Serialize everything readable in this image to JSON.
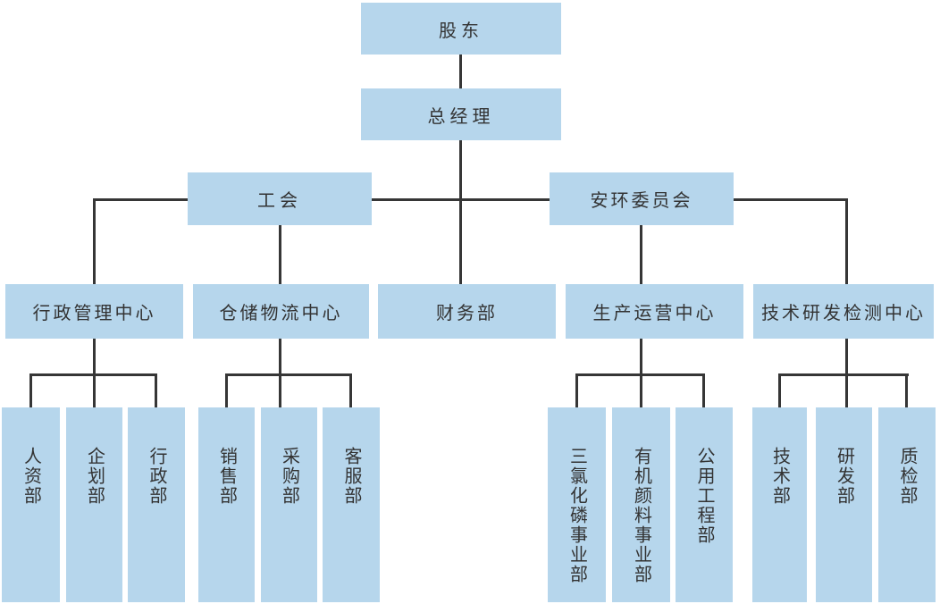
{
  "colors": {
    "node_fill": "#b6d6ec",
    "connector": "#363636",
    "text": "#333333",
    "background": "#ffffff"
  },
  "nodes": {
    "shareholders": {
      "label": "股东"
    },
    "general_manager": {
      "label": "总经理"
    },
    "labor_union": {
      "label": "工会"
    },
    "safety_env_committee": {
      "label": "安环委员会"
    },
    "admin_mgmt_center": {
      "label": "行政管理中心"
    },
    "warehouse_logistics_center": {
      "label": "仓储物流中心"
    },
    "finance_dept": {
      "label": "财务部"
    },
    "production_ops_center": {
      "label": "生产运营中心"
    },
    "tech_rd_testing_center": {
      "label": "技术研发检测中心"
    },
    "hr_dept": {
      "label": "人资部"
    },
    "planning_dept": {
      "label": "企划部"
    },
    "admin_dept": {
      "label": "行政部"
    },
    "sales_dept": {
      "label": "销售部"
    },
    "purchasing_dept": {
      "label": "采购部"
    },
    "customer_service_dept": {
      "label": "客服部"
    },
    "pcl3_division": {
      "label": "三氯化磷事业部"
    },
    "organic_pigment_division": {
      "label": "有机颜料事业部"
    },
    "utility_engineering_dept": {
      "label": "公用工程部"
    },
    "tech_dept": {
      "label": "技术部"
    },
    "rd_dept": {
      "label": "研发部"
    },
    "qc_dept": {
      "label": "质检部"
    }
  },
  "hierarchy": {
    "股东": [
      "总经理"
    ],
    "总经理": [
      "工会",
      "财务部",
      "安环委员会"
    ],
    "工会": [
      "行政管理中心",
      "仓储物流中心"
    ],
    "安环委员会": [
      "生产运营中心",
      "技术研发检测中心"
    ],
    "行政管理中心": [
      "人资部",
      "企划部",
      "行政部"
    ],
    "仓储物流中心": [
      "销售部",
      "采购部",
      "客服部"
    ],
    "生产运营中心": [
      "三氯化磷事业部",
      "有机颜料事业部",
      "公用工程部"
    ],
    "技术研发检测中心": [
      "技术部",
      "研发部",
      "质检部"
    ]
  }
}
